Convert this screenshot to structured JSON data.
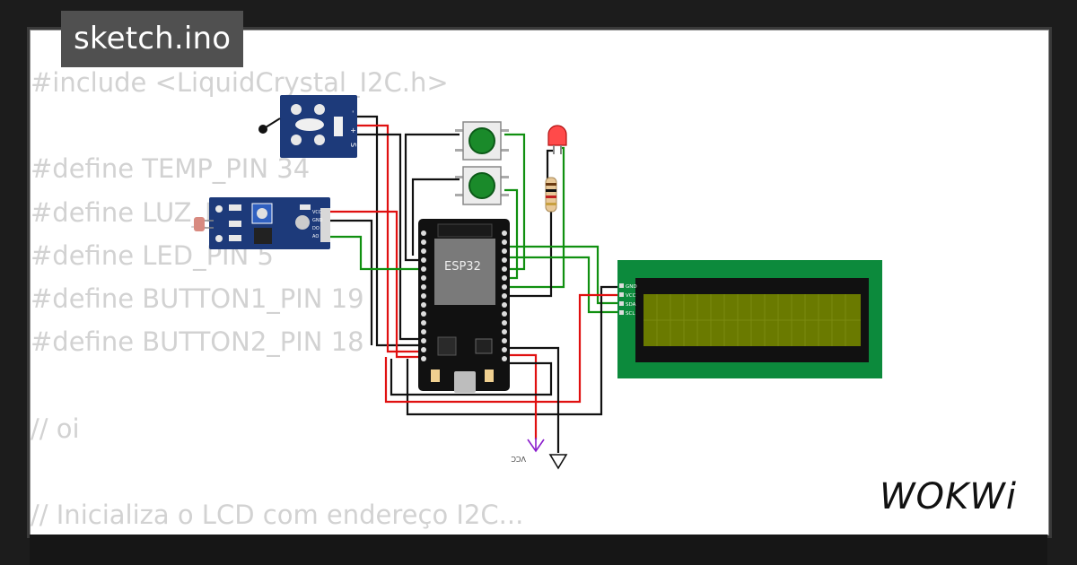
{
  "tab": {
    "filename": "sketch.ino"
  },
  "code_lines": [
    "#include <LiquidCrystal_I2C.h>",
    "",
    "#define TEMP_PIN 34",
    "#define LUZ_PIN 35",
    "#define LED_PIN 5",
    "#define BUTTON1_PIN 19",
    "#define BUTTON2_PIN 18",
    "",
    "// oi",
    "",
    "// Inicializa o LCD com endereço I2C..."
  ],
  "circuit": {
    "mcu_label": "ESP32",
    "lcd_pins": [
      "GND",
      "VCC",
      "SDA",
      "SCL"
    ],
    "ldr_module_pins": [
      "VCC",
      "GND",
      "DO",
      "AO"
    ],
    "temp_module_pins": [
      "-",
      "+",
      "S"
    ],
    "vcc_label": "VCC",
    "wire_colors": {
      "red": "#e01010",
      "black": "#111111",
      "green": "#109010",
      "purple": "#8a1ccc"
    }
  },
  "logo": {
    "text": "WOKWi"
  },
  "colors": {
    "background": "#1c1c1c",
    "card": "#ffffff",
    "tab": "#505050",
    "code_text": "#d2d2d2",
    "lcd_frame": "#0c8a3c",
    "lcd_screen": "#6a7a00",
    "esp_board": "#111111"
  }
}
